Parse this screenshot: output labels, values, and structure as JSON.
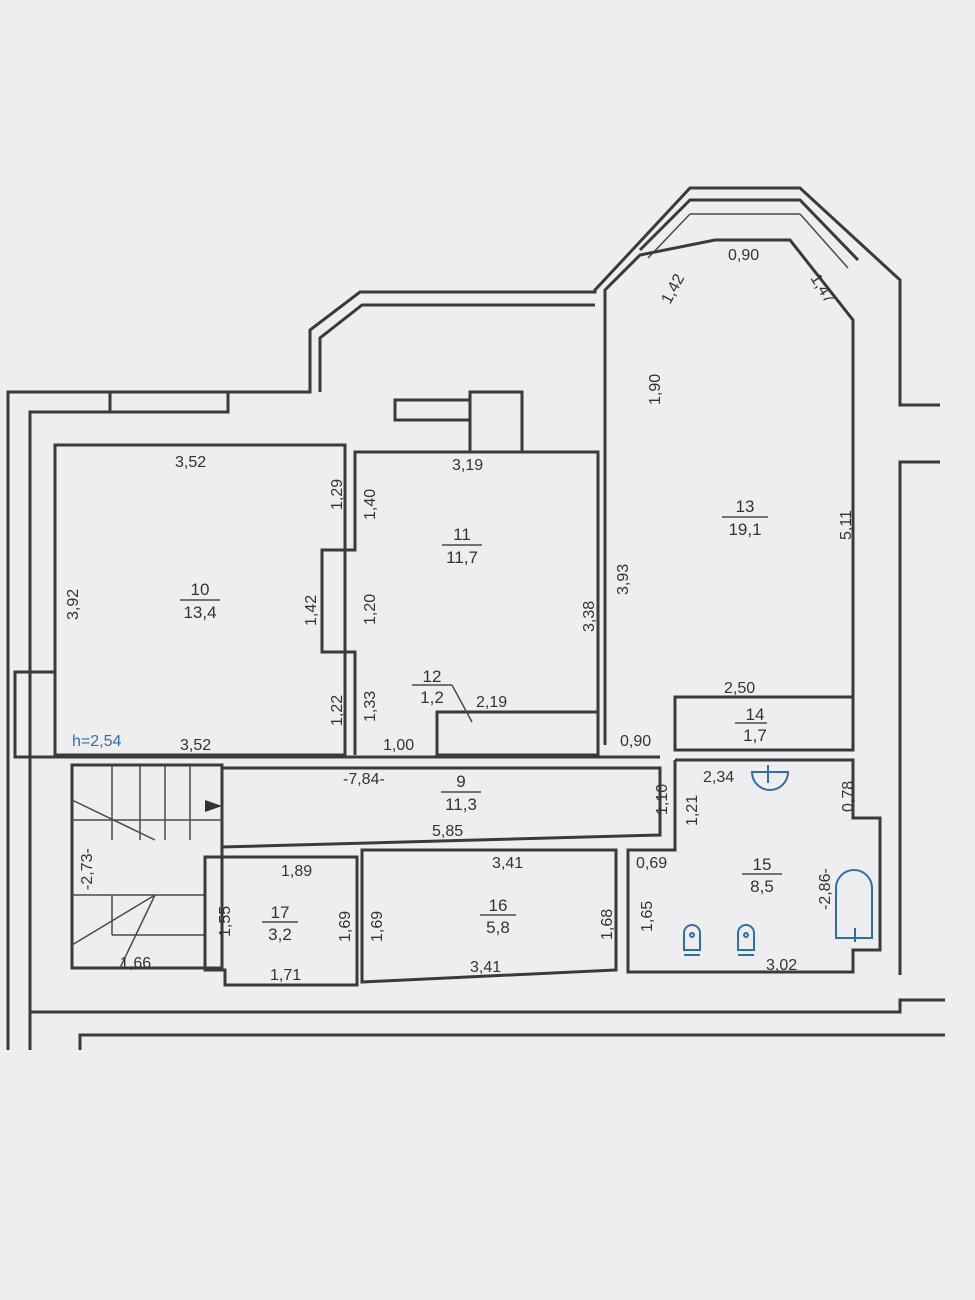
{
  "ceiling_height": "h=2,54",
  "colors": {
    "walls": "#3a3a3c",
    "fixtures": "#2f6fad",
    "paper": "#eeeef0"
  },
  "rooms": [
    {
      "number": "10",
      "area": "13,4"
    },
    {
      "number": "11",
      "area": "11,7"
    },
    {
      "number": "12",
      "area": "1,2"
    },
    {
      "number": "13",
      "area": "19,1"
    },
    {
      "number": "14",
      "area": "1,7"
    },
    {
      "number": "9",
      "area": "11,3"
    },
    {
      "number": "15",
      "area": "8,5"
    },
    {
      "number": "17",
      "area": "3,2"
    },
    {
      "number": "16",
      "area": "5,8"
    }
  ],
  "dimensions": {
    "r10_top": "3,52",
    "r10_left": "3,92",
    "r10_right_a": "1,29",
    "r10_right_b": "1,42",
    "r10_right_c": "1,22",
    "r10_bottom": "3,52",
    "r11_top": "3,19",
    "r11_left_a": "1,40",
    "r11_left_b": "1,20",
    "r11_left_c": "1,33",
    "r11_right": "3,38",
    "r11_door": "1,00",
    "r12_len": "2,19",
    "r13_bay_top": "0,90",
    "r13_bay_left": "1,42",
    "r13_bay_right": "1,47",
    "r13_left_a": "1,90",
    "r13_left_b": "3,93",
    "r13_right": "5,11",
    "r13_door": "0,90",
    "r14_top": "2,50",
    "r9_len": "-7,84-",
    "r9_bottom": "5,85",
    "r9_right": "1,10",
    "r15_top": "2,34",
    "r15_left_a": "1,21",
    "r15_left_b": "0,69",
    "r15_left_c": "1,65",
    "r15_right_a": "0,78",
    "r15_right_b": "-2,86-",
    "r15_bottom": "3,02",
    "stair_h": "-2,73-",
    "stair_w": "1,66",
    "r17_top": "1,89",
    "r17_left": "1,55",
    "r17_right": "1,69",
    "r17_bottom": "1,71",
    "r16_top": "3,41",
    "r16_left": "1,69",
    "r16_right": "1,68",
    "r16_bottom": "3,41"
  }
}
